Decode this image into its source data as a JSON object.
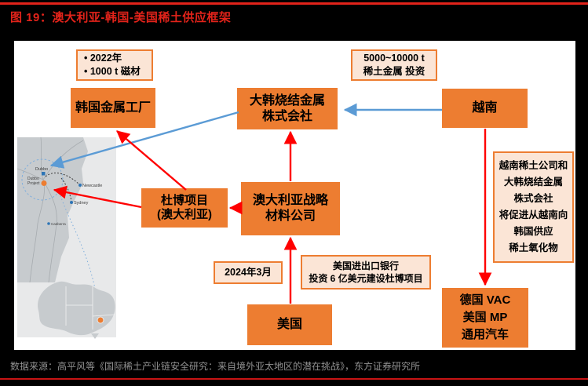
{
  "title": "图 19：澳大利亚-韩国-美国稀土供应框架",
  "colors": {
    "title_red": "#E2231A",
    "node_orange": "#ED7D31",
    "note_cream": "#FBE5D6",
    "arrow_red": "#FF0000",
    "arrow_blue": "#5B9BD5",
    "footer_gray": "#929292"
  },
  "nodes": {
    "korea_factory": {
      "label": "韩国金属工厂"
    },
    "daehan": {
      "lines": [
        "大韩烧结金属",
        "株式会社"
      ]
    },
    "vietnam": {
      "label": "越南"
    },
    "dubbo_project": {
      "lines": [
        "杜博项目",
        "(澳大利亚)"
      ]
    },
    "asm": {
      "lines": [
        "澳大利亚战略",
        "材料公司"
      ]
    },
    "usa": {
      "label": "美国"
    },
    "vac_mp_gm": {
      "lines": [
        "德国 VAC",
        "美国 MP",
        "通用汽车"
      ]
    }
  },
  "notes": {
    "korea_note": {
      "lines": [
        "• 2022年",
        "• 1000 t 磁材"
      ]
    },
    "vietnam_note": {
      "lines": [
        "5000~10000 t",
        "稀土金属 投资"
      ]
    },
    "date_note": {
      "label": "2024年3月"
    },
    "exim_note": {
      "lines": [
        "美国进出口银行",
        "投资 6 亿美元建设杜博项目"
      ]
    },
    "supply_note": {
      "lines": [
        "越南稀土公司和",
        "大韩烧结金属",
        "株式会社",
        "将促进从越南向",
        "韩国供应",
        "稀土氧化物"
      ]
    }
  },
  "map": {
    "labels": {
      "dubbo": "Dubbo",
      "dubbo_project_line1": "Dubbo",
      "dubbo_project_line2": "Project",
      "newcastle": "Newcastle",
      "sydney": "Sydney",
      "canberra": "Canberra"
    }
  },
  "footer": {
    "source": "数据来源：高平风等《国际稀土产业链安全研究：来自境外亚太地区的潜在挑战》，东方证券研究所"
  }
}
